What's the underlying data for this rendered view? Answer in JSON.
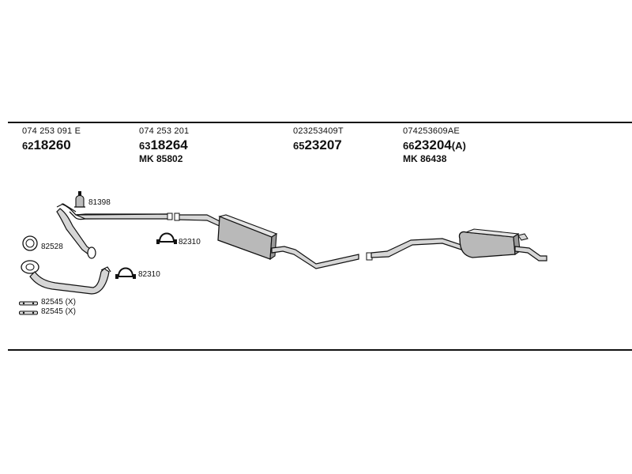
{
  "parts": [
    {
      "oem": "074 253 091 E",
      "code_prefix": "62",
      "code_main": "18260",
      "code_suffix": "",
      "mk": ""
    },
    {
      "oem": "074 253 201",
      "code_prefix": "63",
      "code_main": "18264",
      "code_suffix": "",
      "mk": "MK  85802"
    },
    {
      "oem": "023253409T",
      "code_prefix": "65",
      "code_main": "23207",
      "code_suffix": "",
      "mk": ""
    },
    {
      "oem": "074253609AE",
      "code_prefix": "66",
      "code_main": "23204",
      "code_suffix": "(A)",
      "mk": "MK  86438"
    }
  ],
  "accessories": {
    "hanger": "81398",
    "ring": "82528",
    "clamp_upper": "82310",
    "clamp_lower": "82310",
    "bracket_1": "82545 (X)",
    "bracket_2": "82545 (X)"
  },
  "colors": {
    "line": "#111111",
    "pipe_fill": "#d6d6d6",
    "muffler_fill": "#b9b9b9"
  }
}
